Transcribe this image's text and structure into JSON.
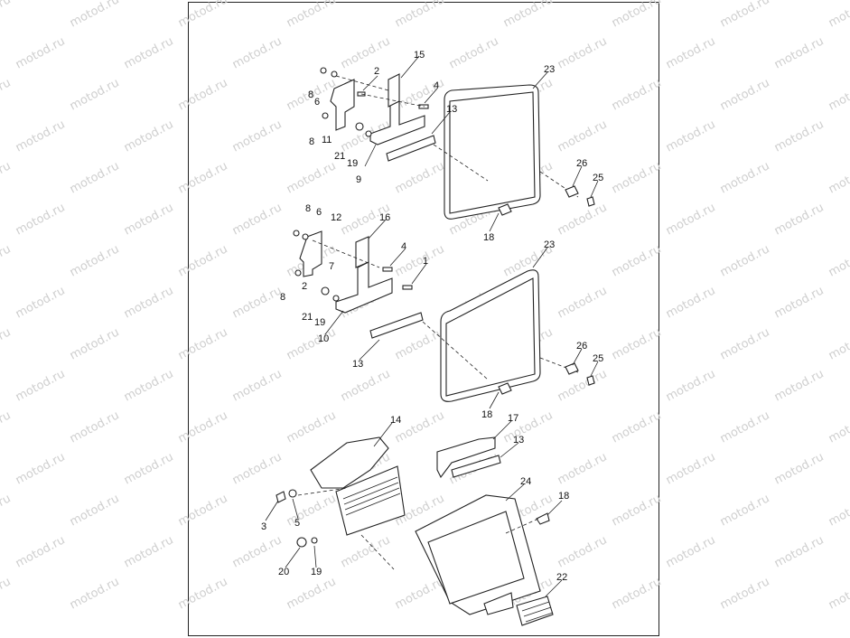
{
  "watermark": {
    "text": "motod.ru"
  },
  "callouts": [
    {
      "id": "c1",
      "text": "8"
    },
    {
      "id": "c2",
      "text": "6"
    },
    {
      "id": "c3",
      "text": "2"
    },
    {
      "id": "c4",
      "text": "15"
    },
    {
      "id": "c5",
      "text": "4"
    },
    {
      "id": "c6",
      "text": "13"
    },
    {
      "id": "c7",
      "text": "23"
    },
    {
      "id": "c8",
      "text": "8"
    },
    {
      "id": "c9",
      "text": "11"
    },
    {
      "id": "c10",
      "text": "21"
    },
    {
      "id": "c11",
      "text": "19"
    },
    {
      "id": "c12",
      "text": "9"
    },
    {
      "id": "c13",
      "text": "26"
    },
    {
      "id": "c14",
      "text": "25"
    },
    {
      "id": "c15",
      "text": "18"
    },
    {
      "id": "c16",
      "text": "8"
    },
    {
      "id": "c17",
      "text": "6"
    },
    {
      "id": "c18",
      "text": "12"
    },
    {
      "id": "c19",
      "text": "16"
    },
    {
      "id": "c20",
      "text": "4"
    },
    {
      "id": "c21",
      "text": "1"
    },
    {
      "id": "c22",
      "text": "7"
    },
    {
      "id": "c23",
      "text": "23"
    },
    {
      "id": "c24",
      "text": "8"
    },
    {
      "id": "c25",
      "text": "2"
    },
    {
      "id": "c26",
      "text": "21"
    },
    {
      "id": "c27",
      "text": "19"
    },
    {
      "id": "c28",
      "text": "10"
    },
    {
      "id": "c29",
      "text": "13"
    },
    {
      "id": "c30",
      "text": "26"
    },
    {
      "id": "c31",
      "text": "25"
    },
    {
      "id": "c32",
      "text": "18"
    },
    {
      "id": "c33",
      "text": "14"
    },
    {
      "id": "c34",
      "text": "17"
    },
    {
      "id": "c35",
      "text": "13"
    },
    {
      "id": "c36",
      "text": "24"
    },
    {
      "id": "c37",
      "text": "18"
    },
    {
      "id": "c38",
      "text": "3"
    },
    {
      "id": "c39",
      "text": "5"
    },
    {
      "id": "c40",
      "text": "20"
    },
    {
      "id": "c41",
      "text": "19"
    },
    {
      "id": "c42",
      "text": "22"
    }
  ]
}
